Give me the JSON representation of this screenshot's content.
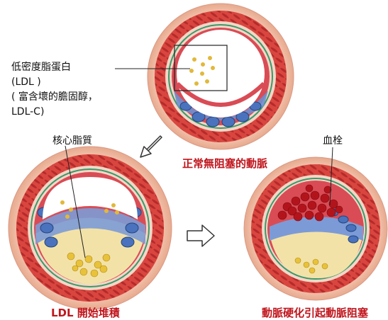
{
  "annotations": {
    "ldl_line1": "低密度脂蛋白",
    "ldl_line2": "(LDL )",
    "ldl_line3": "( 富含壞的膽固醇，",
    "ldl_line4": "LDL-C)",
    "core_lipid": "核心脂質",
    "thrombus": "血栓"
  },
  "captions": {
    "normal_artery": "正常無阻塞的動脈",
    "ldl_buildup": "LDL 開始堆積",
    "blocked_artery": "動脈硬化引起動脈阻塞"
  },
  "colors": {
    "caption_red": "#c0141b",
    "vessel_wall": "#d9463f",
    "vessel_outer": "#f2c9b4",
    "lumen": "#ffffff",
    "foam_cells": "#5a86c9",
    "lipid_yellow": "#e8c23a",
    "clot_red": "#b3141b"
  },
  "icons": [
    "arrow-down-left-icon",
    "arrow-right-icon"
  ]
}
